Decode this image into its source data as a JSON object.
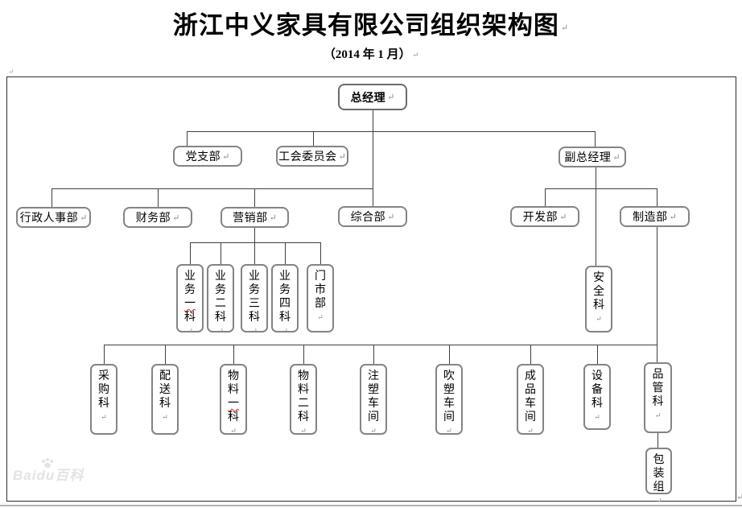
{
  "title": "浙江中义家具有限公司组织架构图",
  "subtitle": "（2014 年 1 月）",
  "marks": {
    "return": "↵"
  },
  "watermark": {
    "text": "Baidu百科"
  },
  "nodes": {
    "gm": {
      "label": "总经理"
    },
    "party": {
      "label": "党支部"
    },
    "union": {
      "label": "工会委员会"
    },
    "dgm": {
      "label": "副总经理"
    },
    "hr": {
      "label": "行政人事部"
    },
    "finance": {
      "label": "财务部"
    },
    "marketing": {
      "label": "营销部"
    },
    "general": {
      "label": "综合部"
    },
    "rd": {
      "label": "开发部"
    },
    "mfg": {
      "label": "制造部"
    },
    "sales1": {
      "pre": "业务",
      "marked": "一",
      "post": "科"
    },
    "sales2": {
      "label": "业务二科"
    },
    "sales3": {
      "label": "业务三科"
    },
    "sales4": {
      "label": "业务四科"
    },
    "store": {
      "label": "门市部"
    },
    "safety": {
      "label": "安全科"
    },
    "purchase": {
      "label": "采购科"
    },
    "delivery": {
      "label": "配送科"
    },
    "material1": {
      "pre": "物料",
      "marked": "一",
      "post": "科"
    },
    "material2": {
      "label": "物料二科"
    },
    "injection": {
      "label": "注塑车间"
    },
    "blow": {
      "label": "吹塑车间"
    },
    "finished": {
      "label": "成品车间"
    },
    "equipment": {
      "label": "设备科"
    },
    "qc": {
      "label": "品管科"
    },
    "packing": {
      "label": "包装组"
    }
  },
  "hierarchy": {
    "edges": [
      {
        "from": "总经理",
        "to": [
          "党支部",
          "工会委员会",
          "副总经理",
          "行政人事部",
          "财务部",
          "营销部",
          "综合部"
        ]
      },
      {
        "from": "营销部",
        "to": [
          "业务一科",
          "业务二科",
          "业务三科",
          "业务四科",
          "门市部"
        ]
      },
      {
        "from": "副总经理",
        "to": [
          "开发部",
          "制造部",
          "安全科"
        ]
      },
      {
        "from": "制造部",
        "to": [
          "采购科",
          "配送科",
          "物料一科",
          "物料二科",
          "注塑车间",
          "吹塑车间",
          "成品车间",
          "设备科",
          "品管科"
        ]
      },
      {
        "from": "品管科",
        "to": [
          "包装组"
        ]
      }
    ]
  }
}
